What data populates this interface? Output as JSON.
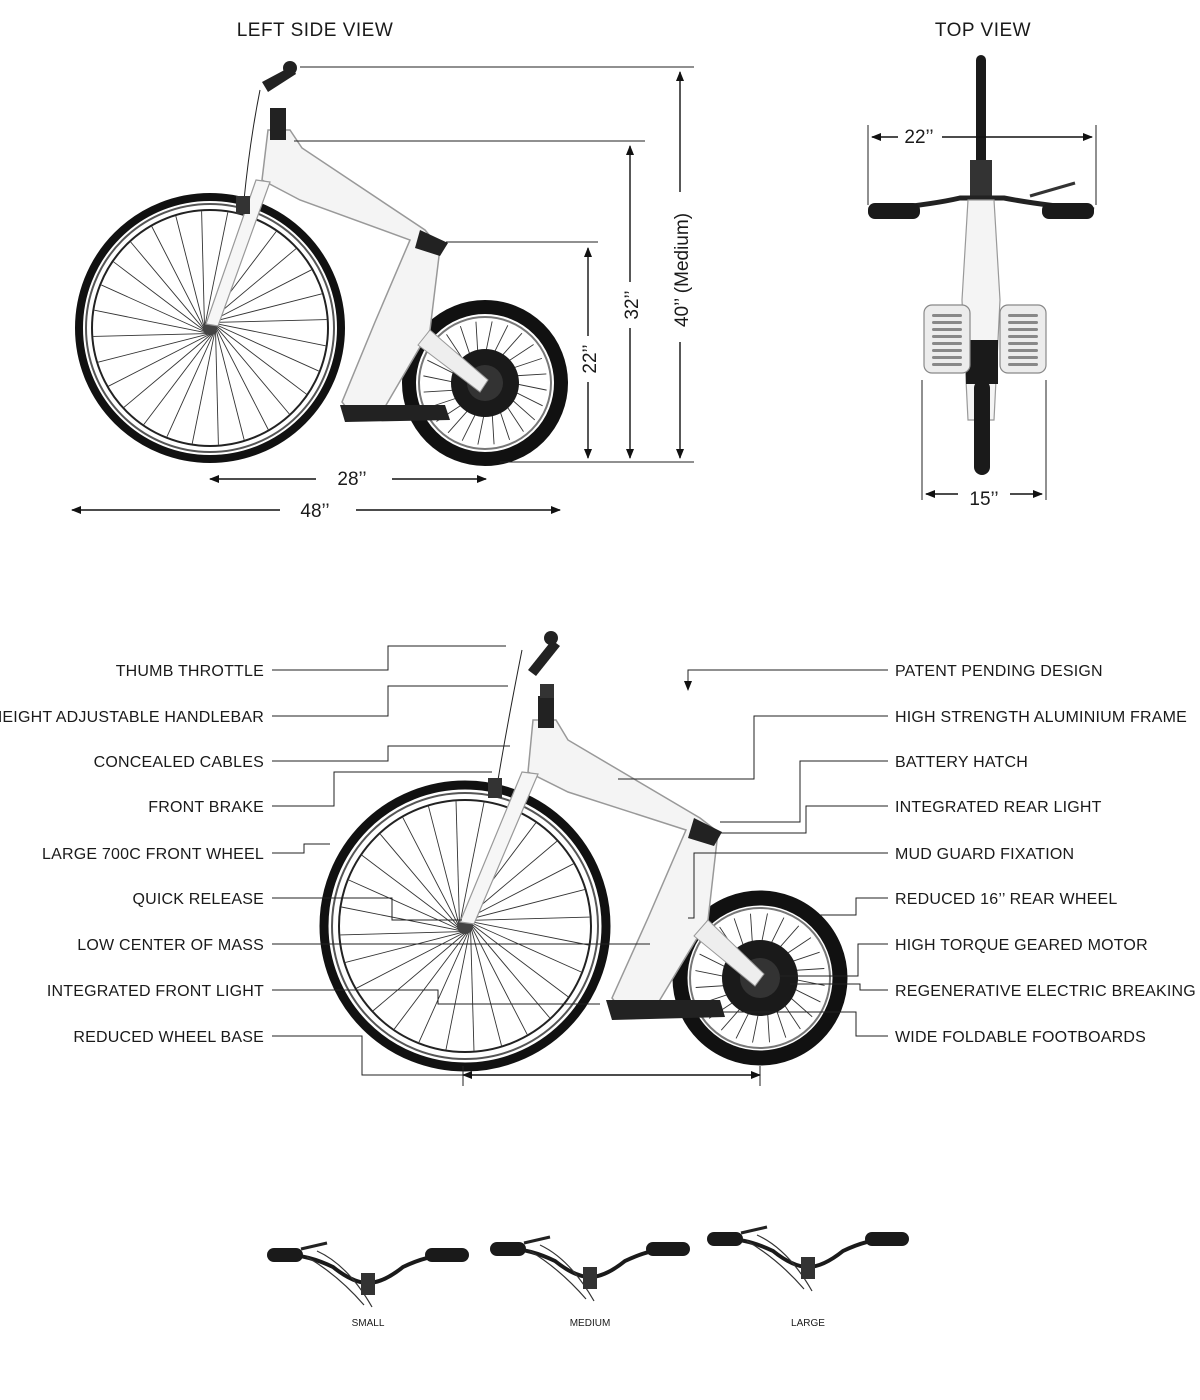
{
  "titles": {
    "side": "LEFT SIDE VIEW",
    "top": "TOP VIEW"
  },
  "dimensions": {
    "overall_height": "40’’ (Medium)",
    "frame_height": "32’’",
    "deck_height": "22’’",
    "wheelbase": "28’’",
    "overall_length": "48’’",
    "handlebar_width": "22’’",
    "footboard_width": "15’’"
  },
  "callouts_left": [
    "THUMB THROTTLE",
    "HEIGHT ADJUSTABLE HANDLEBAR",
    "CONCEALED CABLES",
    "FRONT BRAKE",
    "LARGE 700C FRONT WHEEL",
    "QUICK RELEASE",
    "LOW CENTER OF MASS",
    "INTEGRATED FRONT LIGHT",
    "REDUCED WHEEL BASE"
  ],
  "callouts_right": [
    "PATENT PENDING DESIGN",
    "HIGH STRENGTH ALUMINIUM FRAME",
    "BATTERY HATCH",
    "INTEGRATED REAR LIGHT",
    "MUD GUARD FIXATION",
    "REDUCED 16’’ REAR WHEEL",
    "HIGH TORQUE GEARED MOTOR",
    "REGENERATIVE ELECTRIC BREAKING",
    "WIDE FOLDABLE FOOTBOARDS"
  ],
  "handlebar_sizes": [
    "SMALL",
    "MEDIUM",
    "LARGE"
  ],
  "colors": {
    "frame": "#f4f4f4",
    "tire": "#111111",
    "line": "#222222"
  }
}
